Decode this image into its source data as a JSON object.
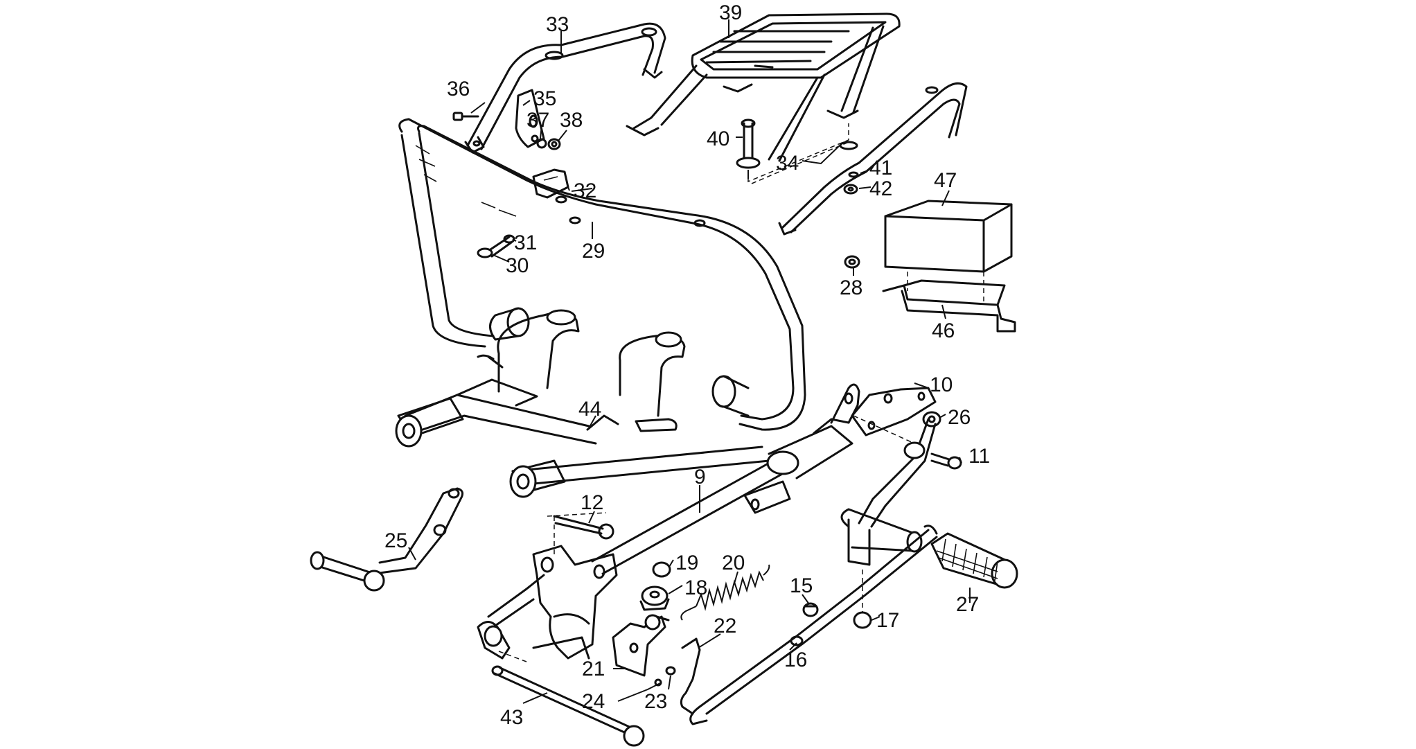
{
  "callouts": {
    "c9": "9",
    "c10": "10",
    "c11": "11",
    "c12": "12",
    "c15": "15",
    "c16": "16",
    "c17": "17",
    "c18": "18",
    "c19": "19",
    "c20": "20",
    "c21": "21",
    "c22": "22",
    "c23": "23",
    "c24": "24",
    "c25": "25",
    "c26": "26",
    "c27": "27",
    "c28": "28",
    "c29": "29",
    "c30": "30",
    "c31": "31",
    "c32": "32",
    "c33": "33",
    "c34": "34",
    "c35": "35",
    "c36": "36",
    "c37": "37",
    "c38": "38",
    "c39": "39",
    "c40": "40",
    "c41": "41",
    "c42": "42",
    "c43": "43",
    "c44": "44",
    "c46": "46",
    "c47": "47"
  }
}
